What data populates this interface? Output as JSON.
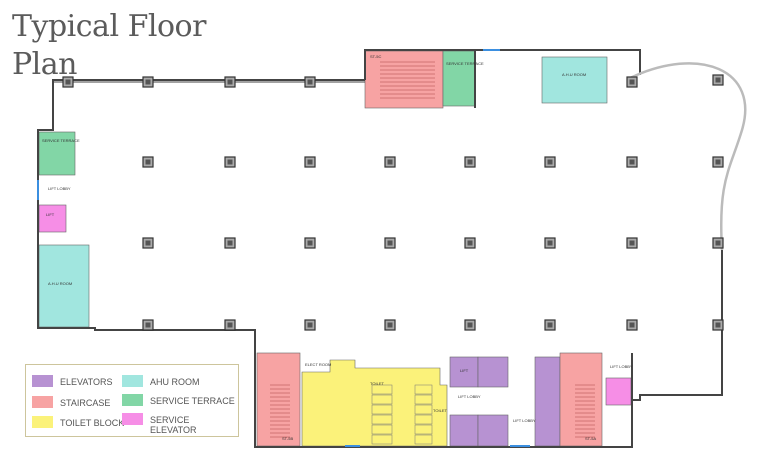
{
  "title": {
    "line1": "Typical Floor",
    "line2": "Plan"
  },
  "colors": {
    "elevators": "#b792d2",
    "staircase": "#f7a3a3",
    "toilet_block": "#fbf27a",
    "ahu_room": "#a1e6df",
    "service_terrace": "#82d6a6",
    "service_elevator": "#f68ee6",
    "wall": "#444444",
    "glass": "#3b8fe0"
  },
  "legend": {
    "items": [
      {
        "label": "ELEVATORS",
        "color": "#b792d2"
      },
      {
        "label": "STAIRCASE",
        "color": "#f7a3a3"
      },
      {
        "label": "TOILET BLOCK",
        "color": "#fbf27a"
      },
      {
        "label": "AHU ROOM",
        "color": "#a1e6df"
      },
      {
        "label": "SERVICE TERRACE",
        "color": "#82d6a6"
      },
      {
        "label": "SERVICE ELEVATOR",
        "color": "#f68ee6"
      }
    ]
  },
  "rooms": {
    "top_stair": "ST-5C",
    "top_terrace": "SERVICE TERRACE",
    "top_ahu": "A.H.U ROOM",
    "left_terrace": "SERVICE TERRACE",
    "left_lobby": "LIFT LOBBY",
    "left_lift": "LIFT",
    "left_ahu": "A.H.U ROOM",
    "stair_5b": "ST-5B",
    "stair_5a": "ST-5A",
    "elect_room": "ELECT ROOM",
    "toilet_1": "TOILET",
    "toilet_2": "TOILET",
    "lift": "LIFT",
    "lift_lobby": "LIFT LOBBY",
    "right_lobby": "LIFT LOBBY"
  }
}
